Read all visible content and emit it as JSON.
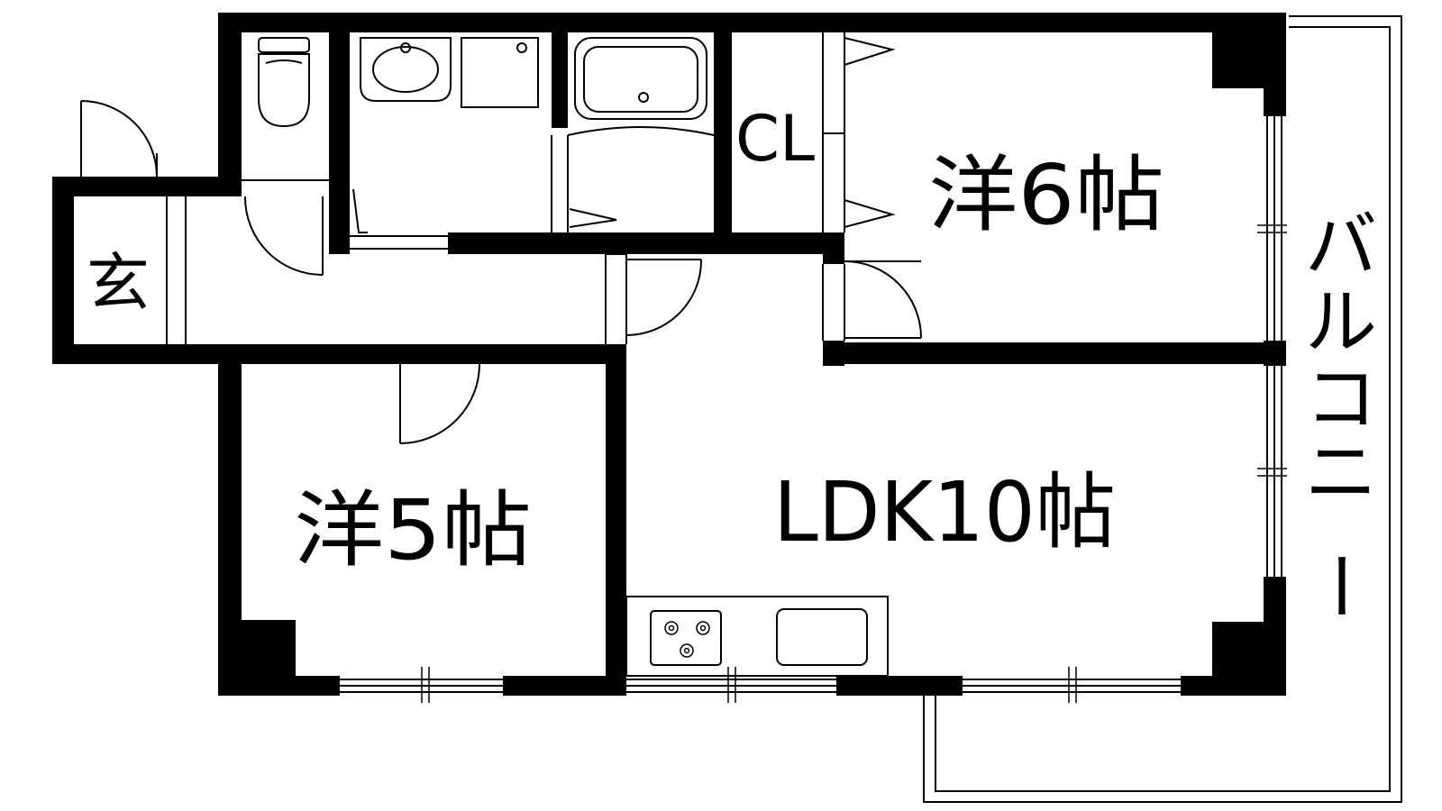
{
  "floor_plan": {
    "rooms": {
      "entrance": "玄",
      "closet": "CL",
      "western_6": "洋6帖",
      "western_5": "洋5帖",
      "ldk": "LDK10帖",
      "balcony": [
        "バ",
        "ル",
        "コ",
        "ニ",
        "ー"
      ]
    },
    "colors": {
      "wall": "#000000",
      "background": "#ffffff"
    }
  }
}
